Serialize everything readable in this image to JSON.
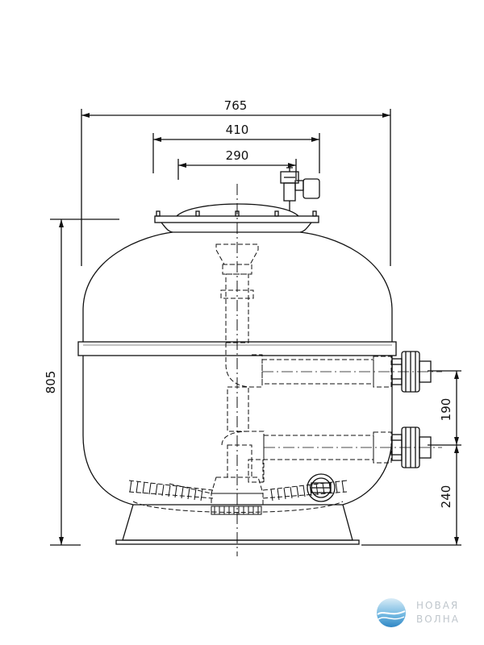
{
  "dimensions": {
    "overall_width": "765",
    "flange_width": "410",
    "bolt_width": "290",
    "total_height": "805",
    "port_spacing": "190",
    "lower_port_height": "240"
  },
  "watermark": {
    "line1": "НОВАЯ",
    "line2": "ВОЛНА"
  },
  "colors": {
    "line": "#111111",
    "logo_blue": "#6fb6e0",
    "logo_text": "#bfc6cc"
  }
}
